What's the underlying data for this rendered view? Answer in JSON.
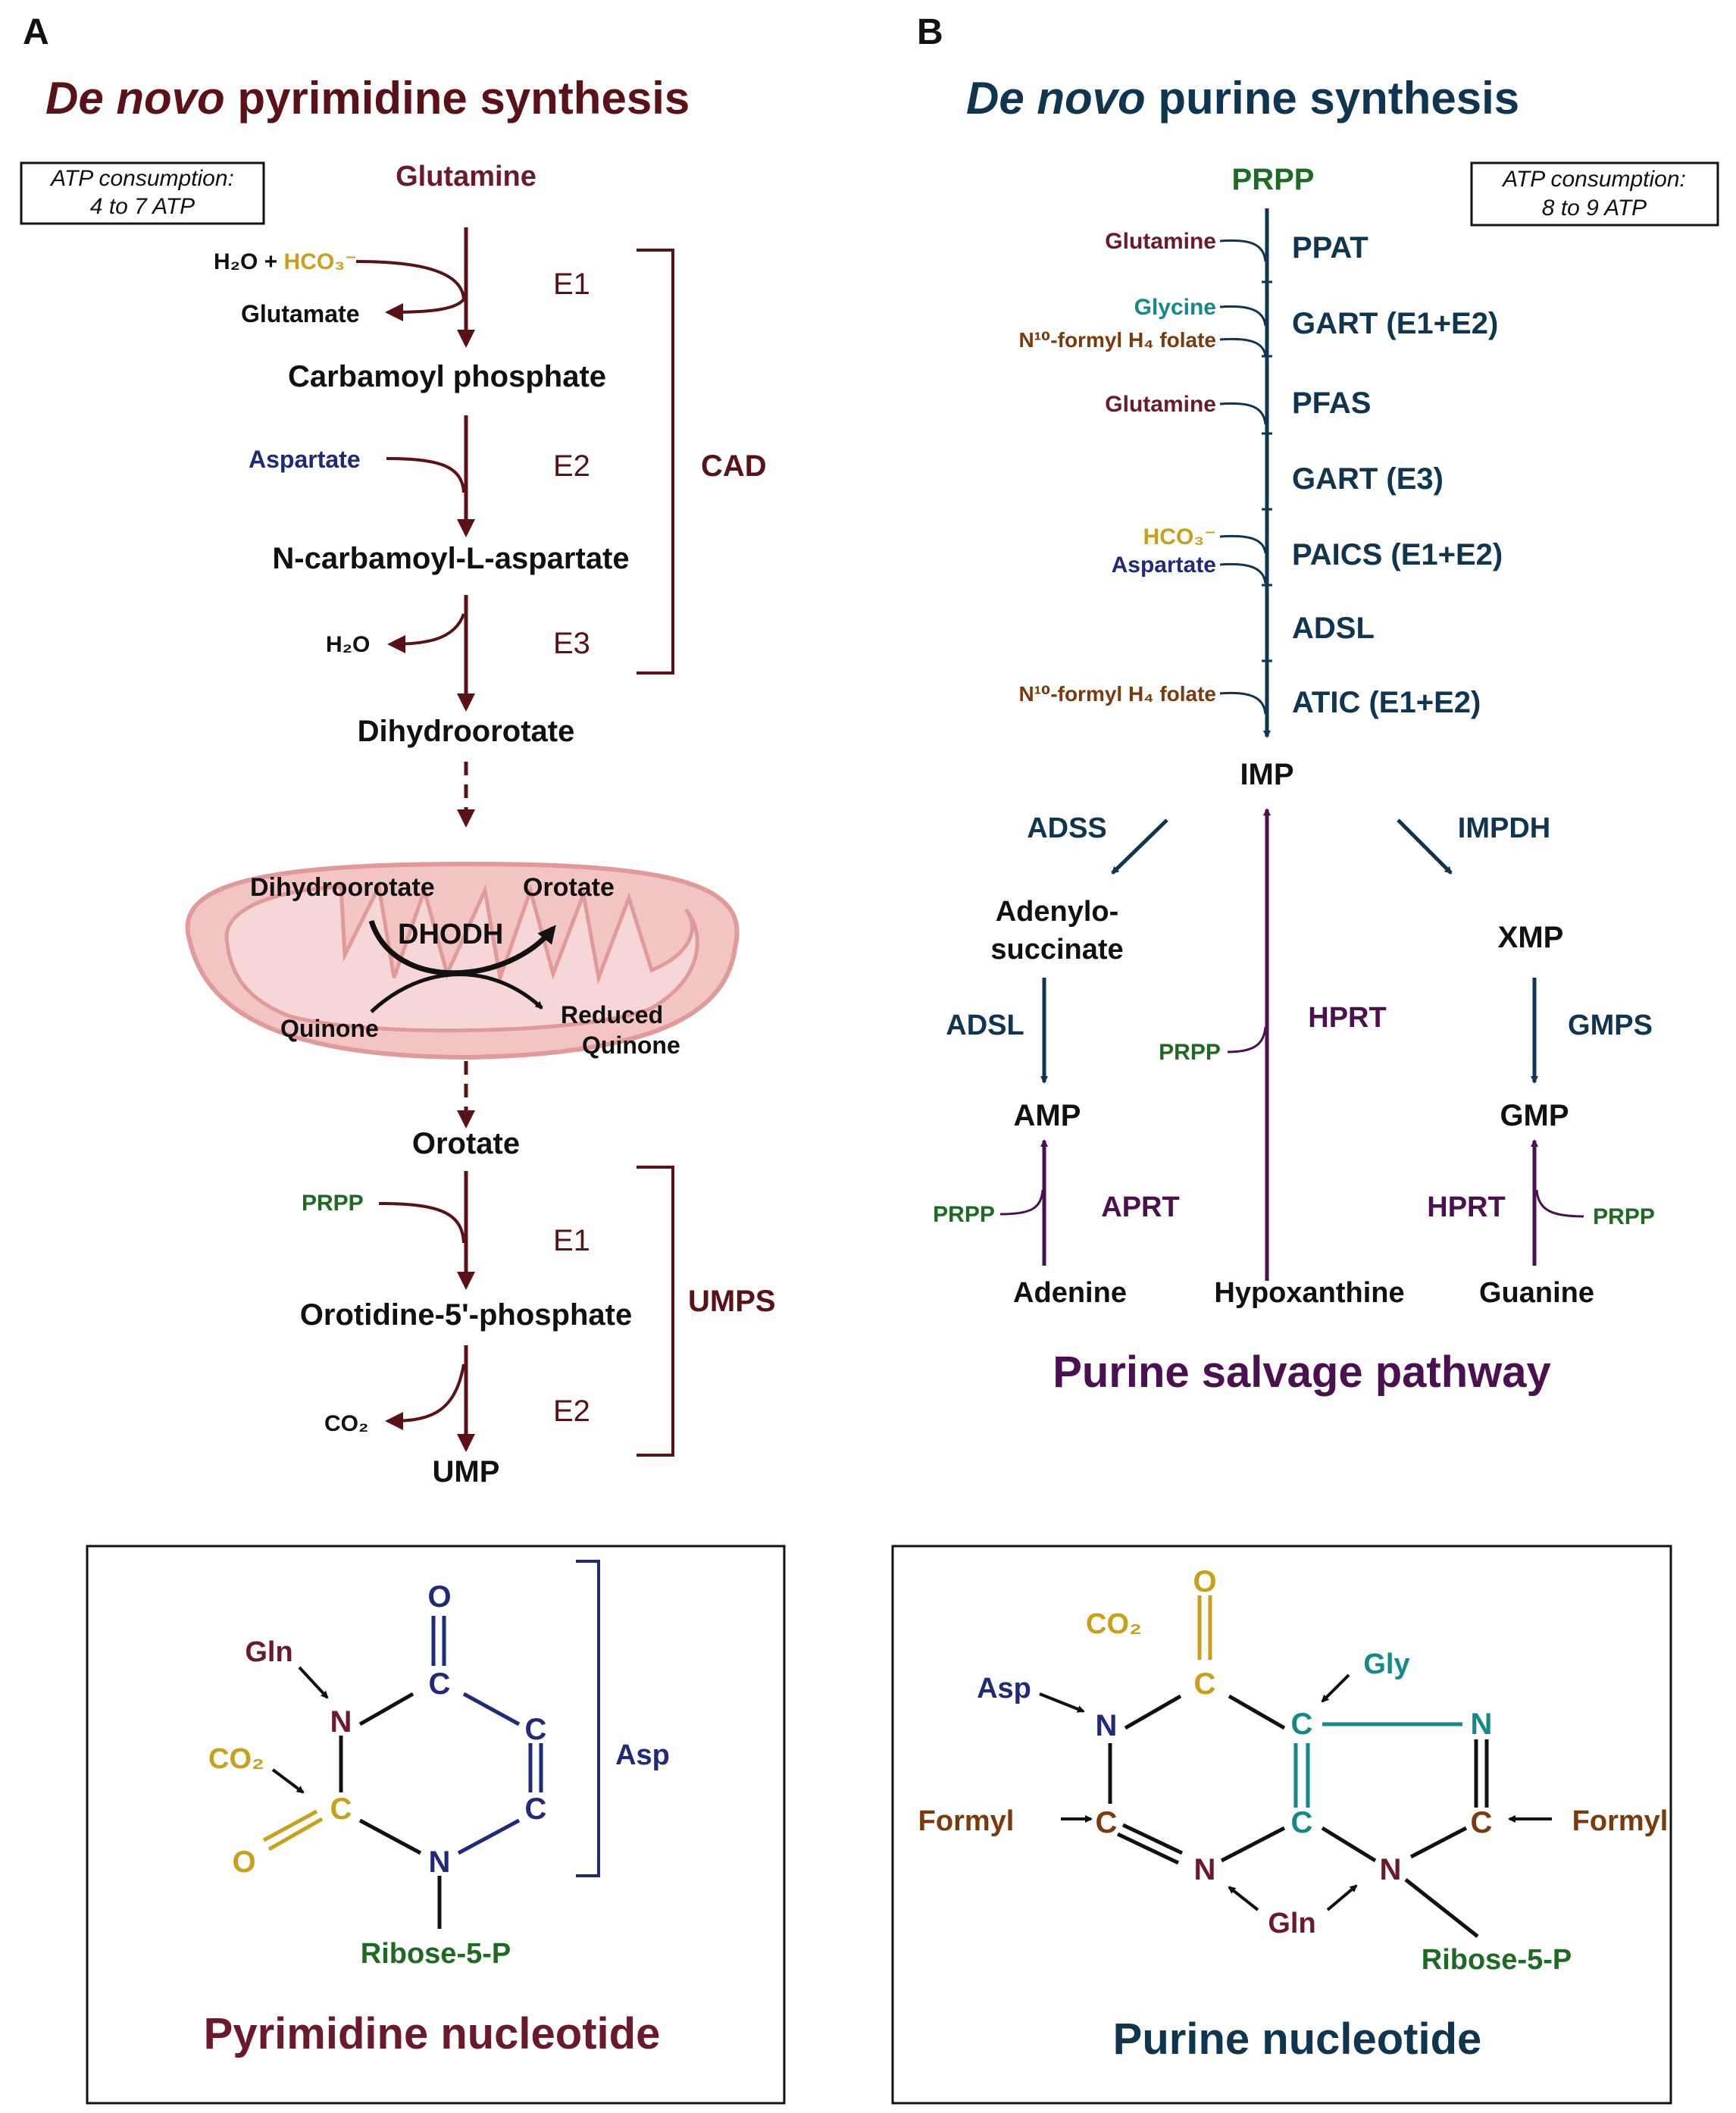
{
  "colors": {
    "maroon": "#6b1a2b",
    "darkred": "#5a1216",
    "navy": "#1f2a78",
    "teal": "#138a86",
    "green": "#1e6a22",
    "gold": "#c9a01a",
    "brown": "#7a3a0c",
    "darkteal": "#0f3550",
    "purple": "#4a1050",
    "mito": "#f2c4c4",
    "mitoLine": "#e09a9a"
  },
  "panel_a": {
    "letter": "A",
    "title_italic": "De novo",
    "title_rest": " pyrimidine synthesis",
    "atp_line1": "ATP consumption:",
    "atp_line2": "4 to 7 ATP",
    "glutamine": "Glutamine",
    "h2o_hco3_a": "H₂O + ",
    "h2o_hco3_b": "HCO₃⁻",
    "glutamate": "Glutamate",
    "e1": "E1",
    "carbamoyl_phosphate": "Carbamoyl phosphate",
    "aspartate": "Aspartate",
    "e2": "E2",
    "cad": "CAD",
    "n_carbamoyl": "N-carbamoyl-L-aspartate",
    "h2o": "H₂O",
    "e3": "E3",
    "dihydroorotate": "Dihydroorotate",
    "mito_dihydroorotate": "Dihydroorotate",
    "mito_orotate": "Orotate",
    "dhodh": "DHODH",
    "quinone": "Quinone",
    "reduced": "Reduced",
    "quinone2": "Quinone",
    "orotate": "Orotate",
    "prpp": "PRPP",
    "e1b": "E1",
    "umps": "UMPS",
    "omp": "Orotidine-5'-phosphate",
    "co2": "CO₂",
    "e2b": "E2",
    "ump": "UMP"
  },
  "panel_b": {
    "letter": "B",
    "title_italic": "De novo",
    "title_rest": " purine synthesis",
    "atp_line1": "ATP consumption:",
    "atp_line2": "8 to 9 ATP",
    "prpp": "PRPP",
    "glutamine1": "Glutamine",
    "ppat": "PPAT",
    "glycine": "Glycine",
    "formyl1": "N¹⁰-formyl H₄ folate",
    "gart12": "GART (E1+E2)",
    "glutamine2": "Glutamine",
    "pfas": "PFAS",
    "gart3": "GART (E3)",
    "hco3": "HCO₃⁻",
    "aspartate": "Aspartate",
    "paics": "PAICS (E1+E2)",
    "adsl": "ADSL",
    "formyl2": "N¹⁰-formyl H₄ folate",
    "atic": "ATIC (E1+E2)",
    "imp": "IMP",
    "adss": "ADSS",
    "impdh": "IMPDH",
    "adenylo1": "Adenylo-",
    "adenylo2": "succinate",
    "xmp": "XMP",
    "adsl2": "ADSL",
    "hprt": "HPRT",
    "gmps": "GMPS",
    "prpp_h": "PRPP",
    "amp": "AMP",
    "gmp": "GMP",
    "prpp_a": "PRPP",
    "aprt": "APRT",
    "hprt2": "HPRT",
    "prpp_g": "PRPP",
    "adenine": "Adenine",
    "hypoxanthine": "Hypoxanthine",
    "guanine": "Guanine",
    "salvage": "Purine salvage pathway"
  },
  "pyrimidine_box": {
    "o_top": "O",
    "c_top": "C",
    "n1": "N",
    "c_right1": "C",
    "c_right2": "C",
    "c2": "C",
    "n3": "N",
    "o_left": "O",
    "gln": "Gln",
    "co2": "CO₂",
    "asp": "Asp",
    "ribose": "Ribose-5-P",
    "title": "Pyrimidine nucleotide"
  },
  "purine_box": {
    "o": "O",
    "co2": "CO₂",
    "c6": "C",
    "c5": "C",
    "n7": "N",
    "gly": "Gly",
    "asp": "Asp",
    "n1": "N",
    "c4": "C",
    "c8": "C",
    "formyl_l": "Formyl",
    "c2": "C",
    "n3": "N",
    "n9": "N",
    "formyl_r": "Formyl",
    "gln": "Gln",
    "ribose": "Ribose-5-P",
    "title": "Purine nucleotide"
  }
}
